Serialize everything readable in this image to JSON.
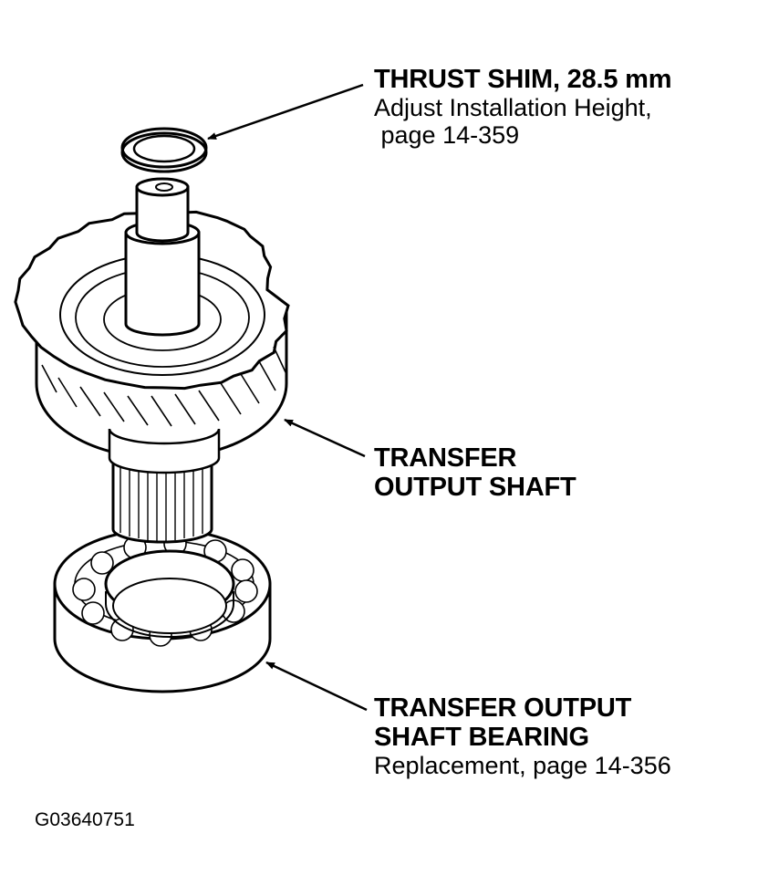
{
  "callouts": {
    "thrust_shim": {
      "title": "THRUST SHIM, 28.5 mm",
      "note_line1": "Adjust Installation Height,",
      "note_line2": " page 14-359"
    },
    "transfer_output_shaft": {
      "title_line1": "TRANSFER",
      "title_line2": "OUTPUT SHAFT"
    },
    "bearing": {
      "title_line1": "TRANSFER OUTPUT",
      "title_line2": "SHAFT BEARING",
      "note": "Replacement, page 14-356"
    }
  },
  "figure_id": "G03640751",
  "colors": {
    "ink": "#000000",
    "paper": "#ffffff"
  }
}
